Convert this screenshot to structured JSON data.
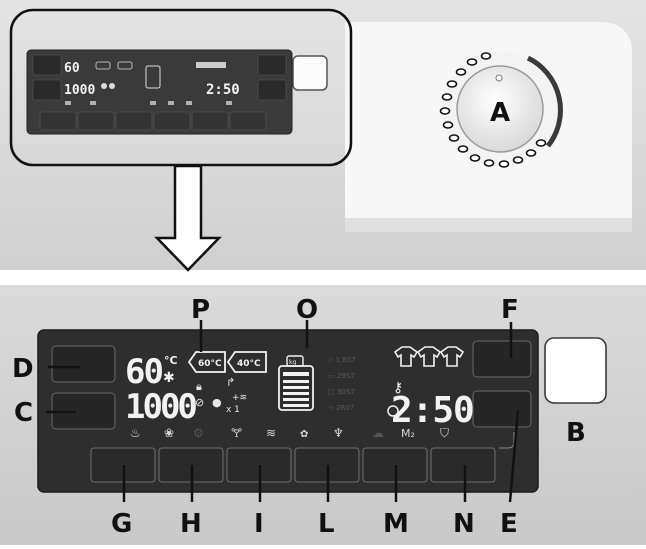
{
  "display": {
    "temperature": "60",
    "temp_unit": "°C",
    "spin": "1000",
    "time": "2:50",
    "badge_60": "60°C",
    "badge_40": "40°C",
    "multiplier": "x 1",
    "m2": "M₂",
    "weight": "kg"
  },
  "labels": {
    "a": "A",
    "b": "B",
    "c": "C",
    "d": "D",
    "e": "E",
    "f": "F",
    "g": "G",
    "h": "H",
    "i": "I",
    "l": "L",
    "m": "M",
    "n": "N",
    "o": "O",
    "p": "P"
  },
  "colors": {
    "panel": "#2b2b2b",
    "background": "#d6d6d6",
    "display_text": "#f2f2f2",
    "knob_arc": "#3a3a3a"
  },
  "icons": [
    "snowflake-icon",
    "lock-icon",
    "shirt-icon",
    "wifi-icon",
    "key-icon",
    "timer-icon",
    "water-drop-icon",
    "pot-icon"
  ]
}
